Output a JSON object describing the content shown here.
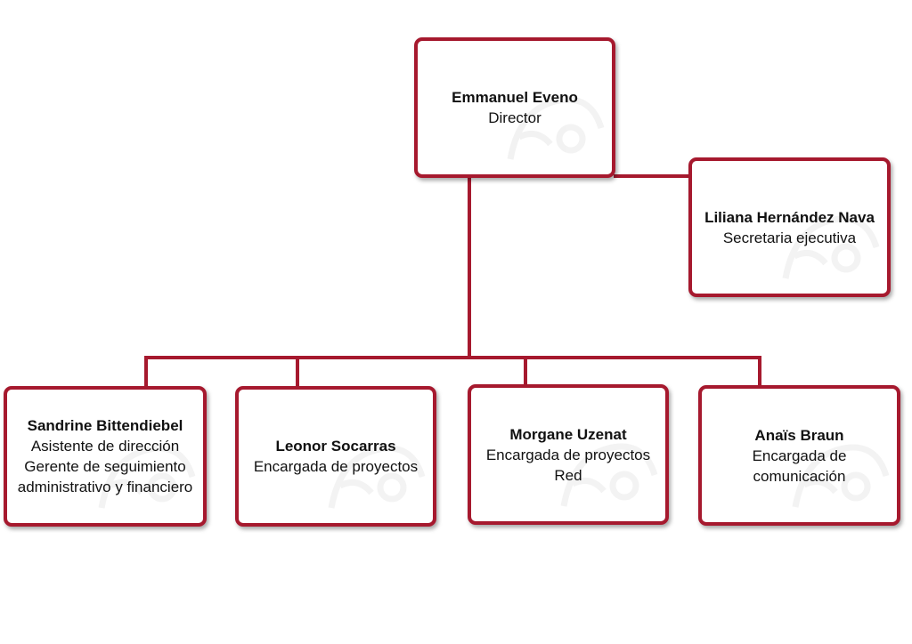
{
  "org_chart": {
    "accent_color": "#a6192e",
    "director": {
      "name": "Emmanuel Eveno",
      "roles": [
        "Director"
      ]
    },
    "assistant": {
      "name": "Liliana Hernández Nava",
      "roles": [
        "Secretaria ejecutiva"
      ]
    },
    "staff": [
      {
        "name": "Sandrine Bittendiebel",
        "roles": [
          "Asistente de dirección",
          "Gerente de seguimiento",
          "administrativo y financiero"
        ]
      },
      {
        "name": "Leonor Socarras",
        "roles": [
          "Encargada de proyectos"
        ]
      },
      {
        "name": "Morgane Uzenat",
        "roles": [
          "Encargada de proyectos",
          "Red"
        ]
      },
      {
        "name": "Anaïs Braun",
        "roles": [
          "Encargada de",
          "comunicación"
        ]
      }
    ]
  }
}
